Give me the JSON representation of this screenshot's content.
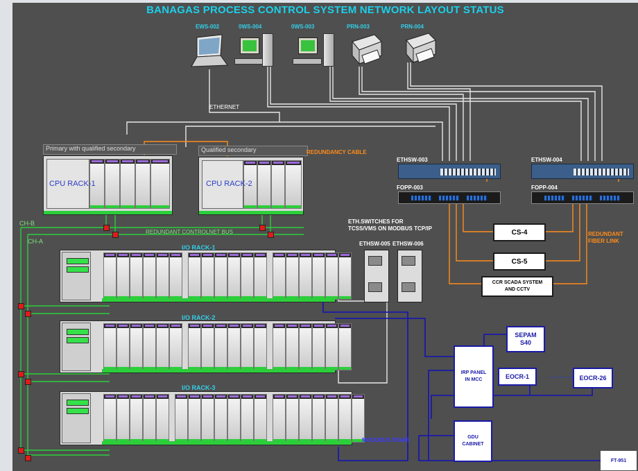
{
  "title": "BANAGAS PROCESS CONTROL SYSTEM NETWORK LAYOUT  STATUS",
  "workstations": [
    {
      "label": "EWS-002"
    },
    {
      "label": "0WS-004"
    },
    {
      "label": "0WS-003"
    },
    {
      "label": "PRN-003"
    },
    {
      "label": "PRN-004"
    }
  ],
  "ethernet_label": "ETHERNET",
  "cpu_racks": [
    {
      "header": "Primary with qualified secondary",
      "name": "CPU RACK-1"
    },
    {
      "header": "Qualified secondary",
      "name": "CPU RACK-2"
    }
  ],
  "redundancy_cable": "REDUNDANCY CABLE",
  "controlnet_bus": "REDUNDANT CONTROLNET BUS",
  "channels": {
    "b": "CH-B",
    "a": "CH-A"
  },
  "switches": [
    {
      "label": "ETHSW-003"
    },
    {
      "label": "ETHSW-004"
    }
  ],
  "fopp": [
    {
      "label": "FOPP-003"
    },
    {
      "label": "FOPP-004"
    }
  ],
  "eth_switches_note": "ETH.SWITCHES FOR\nTCSS/VMS ON MODBUS TCP/IP",
  "small_switches": [
    {
      "label": "ETHSW-005"
    },
    {
      "label": "ETHSW-006"
    }
  ],
  "servers": {
    "cs4": "CS-4",
    "cs5": "CS-5",
    "scada": "CCR SCADA SYSTEM\nAND CCTV"
  },
  "redundant_fiber": "REDUNDANT\nFIBER LINK",
  "io_racks": [
    {
      "name": "I/O RACK-1"
    },
    {
      "name": "I/O RACK-2"
    },
    {
      "name": "I/O RACK-3"
    }
  ],
  "field_devices": {
    "sepam": "SEPAM\nS40",
    "irp": "IRP PANEL\nIN MCC",
    "eocr1": "EOCR-1",
    "eocr26": "EOCR-26",
    "gdu": "GDU\nCABINET",
    "ft": "FT-951"
  },
  "modbus_label": "MODUBUS RS485",
  "colors": {
    "background": "#4f4f4f",
    "title": "#1bd0ea",
    "ethernet_line": "#e8e8e8",
    "controlnet": "#2ccf3a",
    "fiber": "#ff8c1a",
    "modbus": "#1a1aa8",
    "connector": "#e01b1b"
  }
}
